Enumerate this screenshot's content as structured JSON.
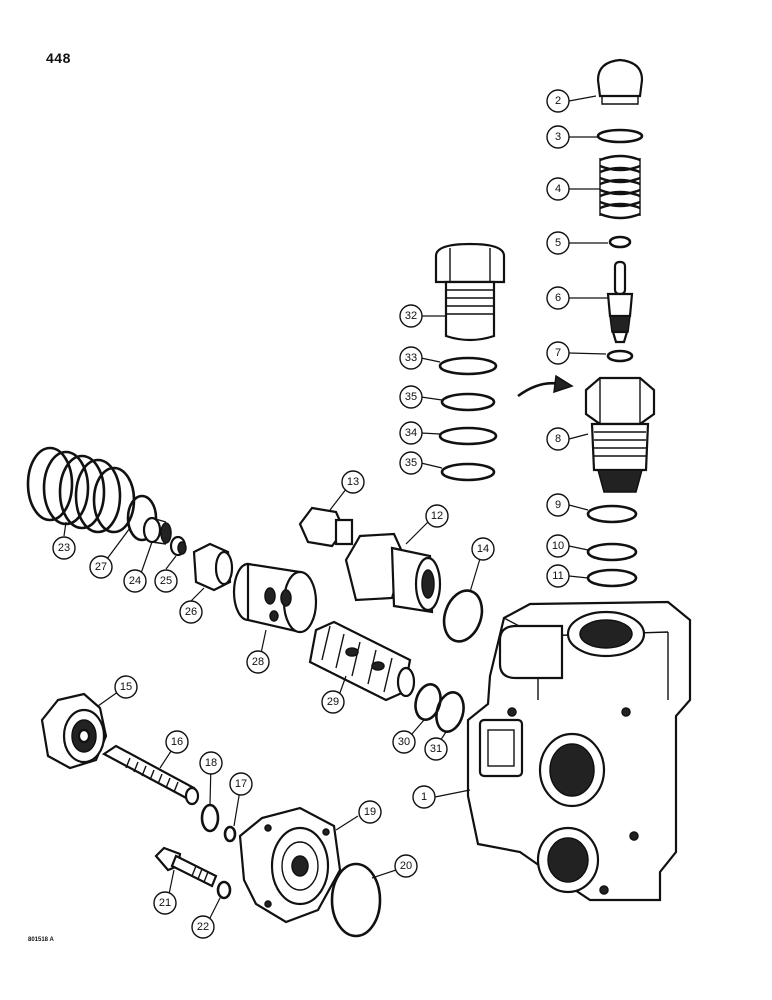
{
  "page_number": "448",
  "figure_code": "801518 A",
  "callouts": [
    {
      "label": "1"
    },
    {
      "label": "2"
    },
    {
      "label": "3"
    },
    {
      "label": "4"
    },
    {
      "label": "5"
    },
    {
      "label": "6"
    },
    {
      "label": "7"
    },
    {
      "label": "8"
    },
    {
      "label": "9"
    },
    {
      "label": "10"
    },
    {
      "label": "11"
    },
    {
      "label": "12"
    },
    {
      "label": "13"
    },
    {
      "label": "14"
    },
    {
      "label": "15"
    },
    {
      "label": "16"
    },
    {
      "label": "17"
    },
    {
      "label": "18"
    },
    {
      "label": "19"
    },
    {
      "label": "20"
    },
    {
      "label": "21"
    },
    {
      "label": "22"
    },
    {
      "label": "23"
    },
    {
      "label": "24"
    },
    {
      "label": "25"
    },
    {
      "label": "26"
    },
    {
      "label": "27"
    },
    {
      "label": "28"
    },
    {
      "label": "29"
    },
    {
      "label": "30"
    },
    {
      "label": "31"
    },
    {
      "label": "32"
    },
    {
      "label": "33"
    },
    {
      "label": "34"
    },
    {
      "label": "35"
    },
    {
      "label": "35"
    }
  ]
}
